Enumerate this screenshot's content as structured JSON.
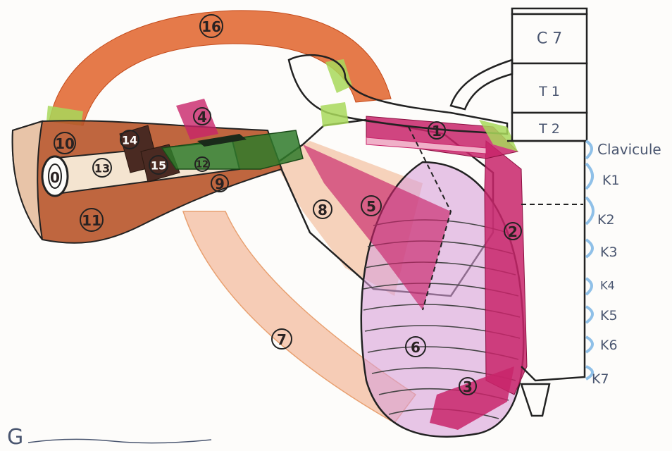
{
  "numbered_labels": [
    "1",
    "2",
    "3",
    "4",
    "5",
    "6",
    "7",
    "8",
    "9",
    "10",
    "11",
    "12",
    "13",
    "14",
    "15",
    "16"
  ],
  "humerus_end_label": "0",
  "vertebrae": [
    "C 7",
    "T 1",
    "T 2"
  ],
  "side_labels": [
    "Clavicule",
    "K1",
    "K2",
    "K3",
    "K4",
    "K5",
    "K6",
    "K7"
  ],
  "caption_fragment": "G",
  "colors": {
    "rust": "#b8552a",
    "orange": "#e0632a",
    "dark_brown": "#4a2a22",
    "green": "#2f7a2a",
    "light_green": "#a8d85a",
    "pink_deep": "#c8246a",
    "pink_mid": "#d86a9a",
    "lavender": "#d8a0d8",
    "peach": "#f2b898",
    "outline_blue": "#8fc0e8"
  }
}
